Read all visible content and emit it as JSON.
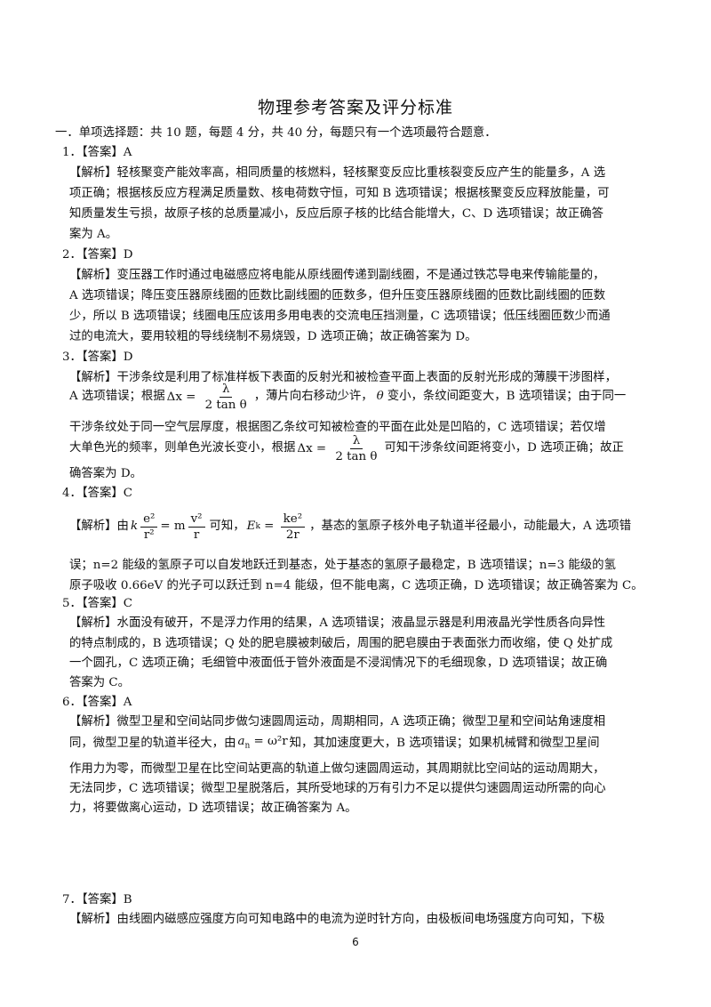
{
  "title": "物理参考答案及评分标准",
  "section": "一．单项选择题：共 10 题，每题 4 分，共 40 分，每题只有一个选项最符合题意．",
  "q1": {
    "ans": "1．【答案】A",
    "l1": "【解析】轻核聚变产能效率高，相同质量的核燃料，轻核聚变反应比重核裂变反应产生的能量多，A 选",
    "l2": "项正确；根据核反应方程满足质量数、核电荷数守恒，可知 B 选项错误；根据核聚变反应释放能量，可",
    "l3": "知质量发生亏损，故原子核的总质量减小，反应后原子核的比结合能增大，C、D 选项错误；故正确答",
    "l4": "案为 A。"
  },
  "q2": {
    "ans": "2．【答案】D",
    "l1": "【解析】变压器工作时通过电磁感应将电能从原线圈传递到副线圈，不是通过铁芯导电来传输能量的，",
    "l2": "A 选项错误；降压变压器原线圈的匝数比副线圈的匝数多，但升压变压器原线圈的匝数比副线圈的匝数",
    "l3": "少，所以 B 选项错误；线圈电压应该用多用电表的交流电压挡测量，C 选项错误；低压线圈匝数少而通",
    "l4": "过的电流大，要用较粗的导线绕制不易烧毁，D 选项正确；故正确答案为 D。"
  },
  "q3": {
    "ans": "3．【答案】D",
    "l1": "【解析】干涉条纹是利用了标准样板下表面的反射光和被检查平面上表面的反射光形成的薄膜干涉图样，",
    "l2a": "A 选项错误；根据",
    "l2b": "，薄片向右移动少许，",
    "l2c": "变小，条纹间距变大，B 选项错误；由于同一",
    "l3": "干涉条纹处于同一空气层厚度，根据图乙条纹可知被检查的平面在此处是凹陷的，C 选项错误；若仅增",
    "l4a": "大单色光的频率，则单色光波长变小，根据",
    "l4b": "可知干涉条纹间距将变小，D 选项正确；故正",
    "l5": "确答案为 D。"
  },
  "q4": {
    "ans": "4．【答案】C",
    "l1a": "【解析】由",
    "l1b": "可知，",
    "l1c": "，基态的氢原子核外电子轨道半径最小，动能最大，A 选项错",
    "l2": "误；n=2 能级的氢原子可以自发地跃迁到基态，处于基态的氢原子最稳定，B 选项错误；n=3 能级的氢",
    "l3": "原子吸收 0.66eV 的光子可以跃迁到 n=4 能级，但不能电离，C 选项正确，D 选项错误；故正确答案为 C。"
  },
  "q5": {
    "ans": "5．【答案】C",
    "l1": "【解析】水面没有破开，不是浮力作用的结果，A 选项错误；液晶显示器是利用液晶光学性质各向异性",
    "l2": "的特点制成的，B 选项错误；Q 处的肥皂膜被刺破后，周围的肥皂膜由于表面张力而收缩，使 Q 处扩成",
    "l3": "一个圆孔，C 选项正确；毛细管中液面低于管外液面是不浸润情况下的毛细现象，D 选项错误；故正确",
    "l4": "答案为 C。"
  },
  "q6": {
    "ans": "6．【答案】A",
    "l1": "【解析】微型卫星和空间站同步做匀速圆周运动，周期相同，A 选项正确；微型卫星和空间站角速度相",
    "l2a": "同，微型卫星的轨道半径大，由",
    "l2b": "知，其加速度更大，B 选项错误；如果机械臂和微型卫星间",
    "l3": "作用力为零，而微型卫星在比空间站更高的轨道上做匀速圆周运动，其周期就比空间站的运动周期大，",
    "l4": "无法同步，C 选项错误；微型卫星脱落后，其所受地球的万有引力不足以提供匀速圆周运动所需的向心",
    "l5": "力，将要做离心运动，D 选项错误；故正确答案为 A。"
  },
  "q7": {
    "ans": "7．【答案】B",
    "l1": "【解析】由线圈内磁感应强度方向可知电路中的电流为逆时针方向，由极板间电场强度方向可知，下极"
  },
  "formulas": {
    "dx": "Δx =",
    "lambda": "λ",
    "tan": "2 tan θ",
    "theta": "θ",
    "k": "k",
    "e2": "e²",
    "r2": "r²",
    "eq_m": "= m",
    "v2": "v²",
    "r": "r",
    "ek": "E",
    "ek_sub": "k",
    "eq": " = ",
    "ke2": "ke²",
    "two_r": "2r",
    "an": "a",
    "an_sub": "n",
    "w2r": " = ω²r"
  },
  "page_number": "6"
}
